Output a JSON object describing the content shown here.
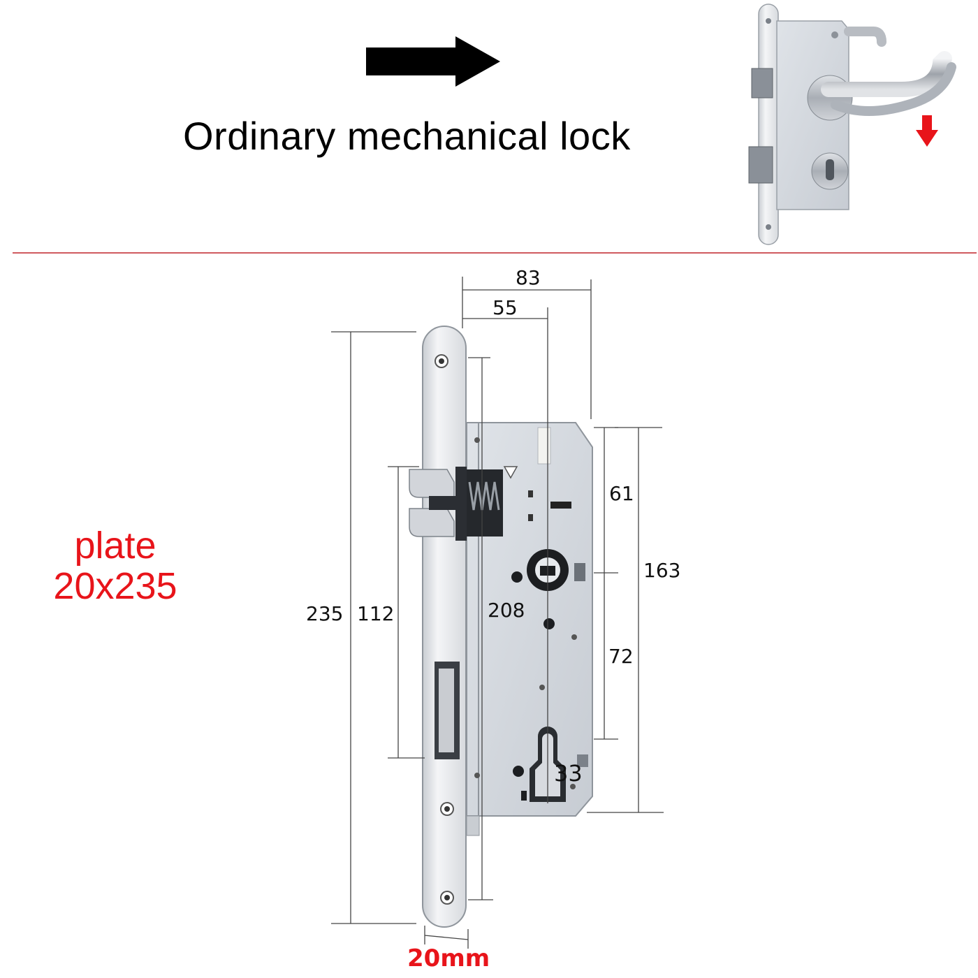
{
  "header": {
    "title": "Ordinary mechanical lock"
  },
  "side_label": {
    "line1": "plate",
    "line2": "20x235"
  },
  "dimensions": {
    "total_depth": "83",
    "backset": "55",
    "plate_length": "235",
    "case_height": "112",
    "handle_to_top": "61",
    "case_length": "163",
    "handle_spindle": "208",
    "handle_to_cylinder": "72",
    "cylinder": "33",
    "plate_width": "20mm"
  },
  "colors": {
    "accent_red": "#e8141a",
    "divider": "#c0242a",
    "steel_light": "#e3e6ea",
    "steel_mid": "#b9bec5",
    "steel_dark": "#6f757d"
  },
  "icons": {
    "direction_arrow": "arrow-right-icon",
    "press_arrow": "arrow-down-icon"
  }
}
